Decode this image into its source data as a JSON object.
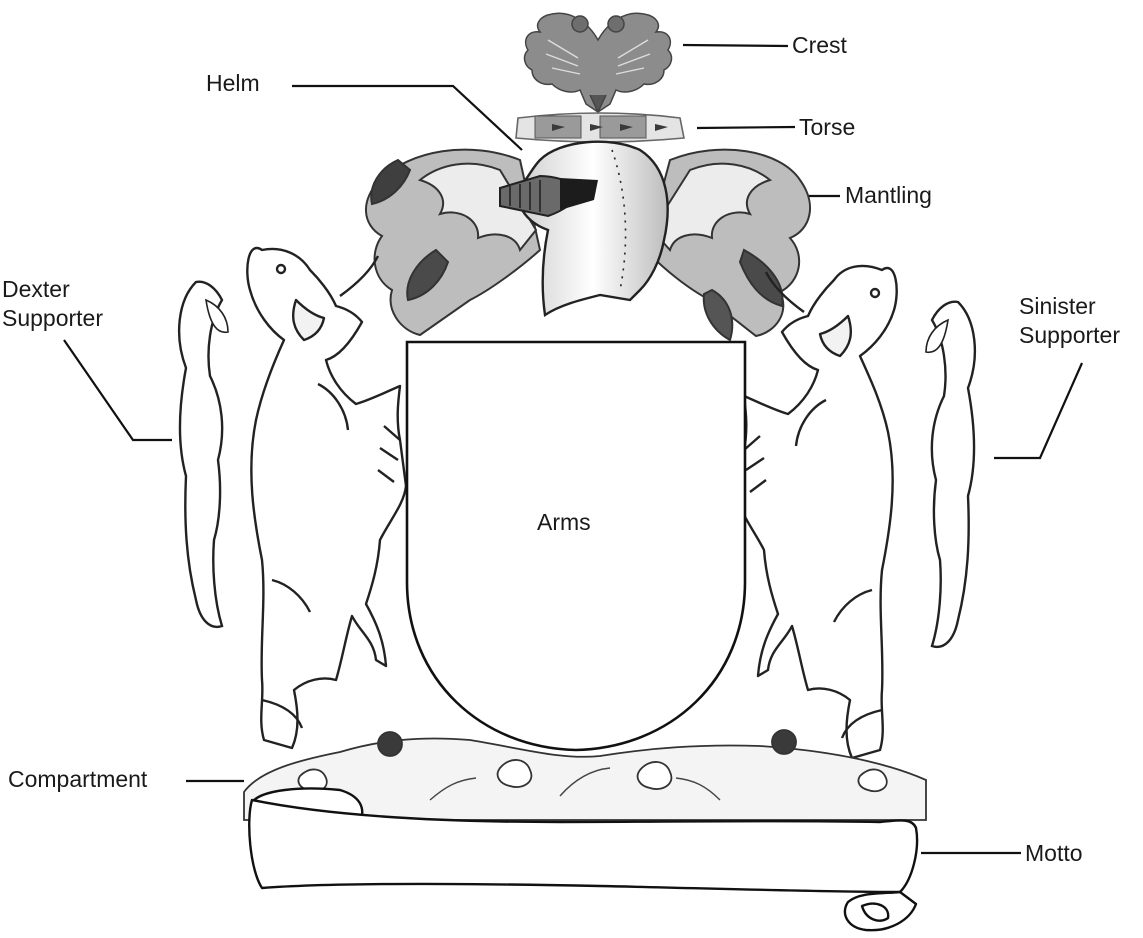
{
  "labels": {
    "crest": "Crest",
    "torse": "Torse",
    "helm": "Helm",
    "mantling": "Mantling",
    "dexter_supporter": [
      "Dexter",
      "Supporter"
    ],
    "sinister_supporter": [
      "Sinister",
      "Supporter"
    ],
    "arms": "Arms",
    "compartment": "Compartment",
    "motto": "Motto"
  }
}
